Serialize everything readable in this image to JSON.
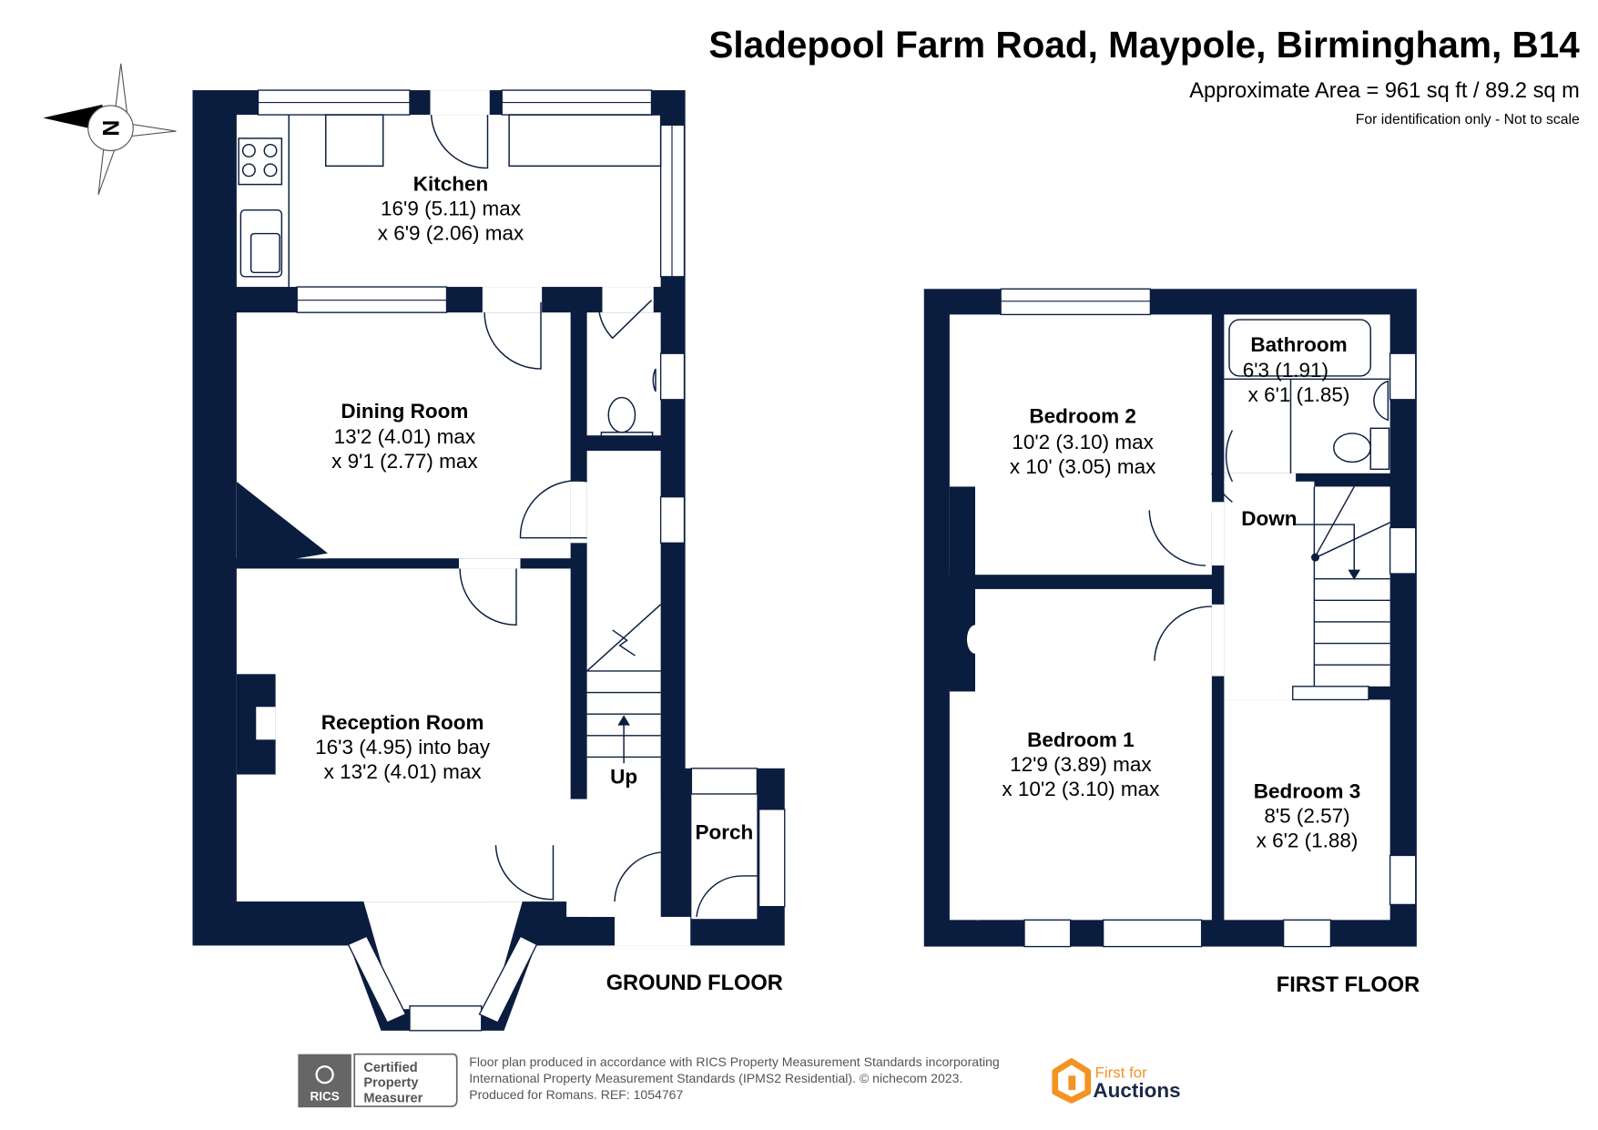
{
  "header": {
    "title": "Sladepool Farm Road, Maypole, Birmingham, B14",
    "area": "Approximate Area = 961 sq ft / 89.2 sq m",
    "note": "For identification only - Not to scale"
  },
  "compass": {
    "label": "N"
  },
  "ground_floor": {
    "label": "GROUND FLOOR",
    "stairs_label": "Up",
    "rooms": [
      {
        "name": "Kitchen",
        "dim1": "16'9 (5.11) max",
        "dim2": "x 6'9 (2.06) max"
      },
      {
        "name": "Dining Room",
        "dim1": "13'2 (4.01) max",
        "dim2": "x 9'1 (2.77) max"
      },
      {
        "name": "Reception Room",
        "dim1": "16'3 (4.95) into bay",
        "dim2": "x 13'2 (4.01) max"
      },
      {
        "name": "Porch"
      }
    ]
  },
  "first_floor": {
    "label": "FIRST FLOOR",
    "stairs_label": "Down",
    "rooms": [
      {
        "name": "Bathroom",
        "dim1": "6'3 (1.91)",
        "dim2": "x 6'1 (1.85)"
      },
      {
        "name": "Bedroom 2",
        "dim1": "10'2 (3.10) max",
        "dim2": "x 10' (3.05) max"
      },
      {
        "name": "Bedroom 1",
        "dim1": "12'9 (3.89) max",
        "dim2": "x 10'2 (3.10) max"
      },
      {
        "name": "Bedroom 3",
        "dim1": "8'5 (2.57)",
        "dim2": "x 6'2 (1.88)"
      }
    ]
  },
  "footer": {
    "rics_badge": {
      "logo": "RICS",
      "line1": "Certified",
      "line2": "Property",
      "line3": "Measurer"
    },
    "text_lines": [
      "Floor plan produced in accordance with RICS Property Measurement Standards incorporating",
      "International Property Measurement Standards (IPMS2 Residential).   © nichecom 2023.",
      "Produced for Romans.   REF: 1054767"
    ],
    "brand_logo": {
      "line1": "First for",
      "line2": "Auctions"
    }
  },
  "colors": {
    "wall": "#0b1d3f",
    "brand_orange": "#f39323",
    "brand_navy": "#1b2a47"
  }
}
